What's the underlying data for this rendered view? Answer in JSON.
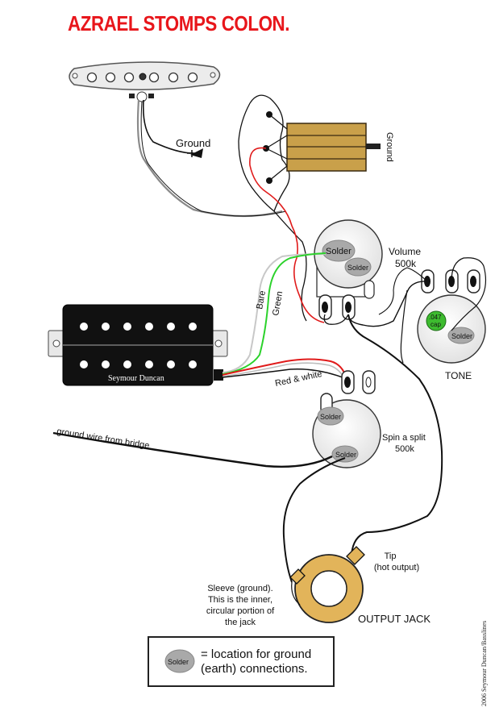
{
  "title": "AZRAEL STOMPS COLON.",
  "labels": {
    "ground_top": "Ground",
    "ground_right": "Ground",
    "volume_line1": "Volume",
    "volume_line2": "500k",
    "tone": "TONE",
    "cap_line1": ".047",
    "cap_line2": "cap",
    "bare": "Bare",
    "green": "Green",
    "red_white": "Red & white",
    "spin_line1": "Spin a split",
    "spin_line2": "500k",
    "ground_bridge": "ground wire from bridge",
    "tip_line1": "Tip",
    "tip_line2": "(hot output)",
    "sleeve_line1": "Sleeve (ground).",
    "sleeve_line2": "This is the inner,",
    "sleeve_line3": "circular portion of",
    "sleeve_line4": "the jack",
    "output_jack": "OUTPUT JACK",
    "brand": "Seymour Duncan",
    "solder": "Solder"
  },
  "legend": {
    "blob_label": "Solder",
    "text_line1": "= location for ground",
    "text_line2": "(earth) connections."
  },
  "copyright": "2006 Seymour Duncan/Basslines",
  "colors": {
    "title": "#e8161b",
    "wire_black": "#111111",
    "wire_red": "#e01b1b",
    "wire_green": "#2bd22b",
    "wire_white": "#bdbdbd",
    "switch_gold": "#c9a04a",
    "jack_gold": "#e2b45a",
    "cap_green": "#3dbb2f",
    "solder_gray": "#a9a9a9"
  }
}
